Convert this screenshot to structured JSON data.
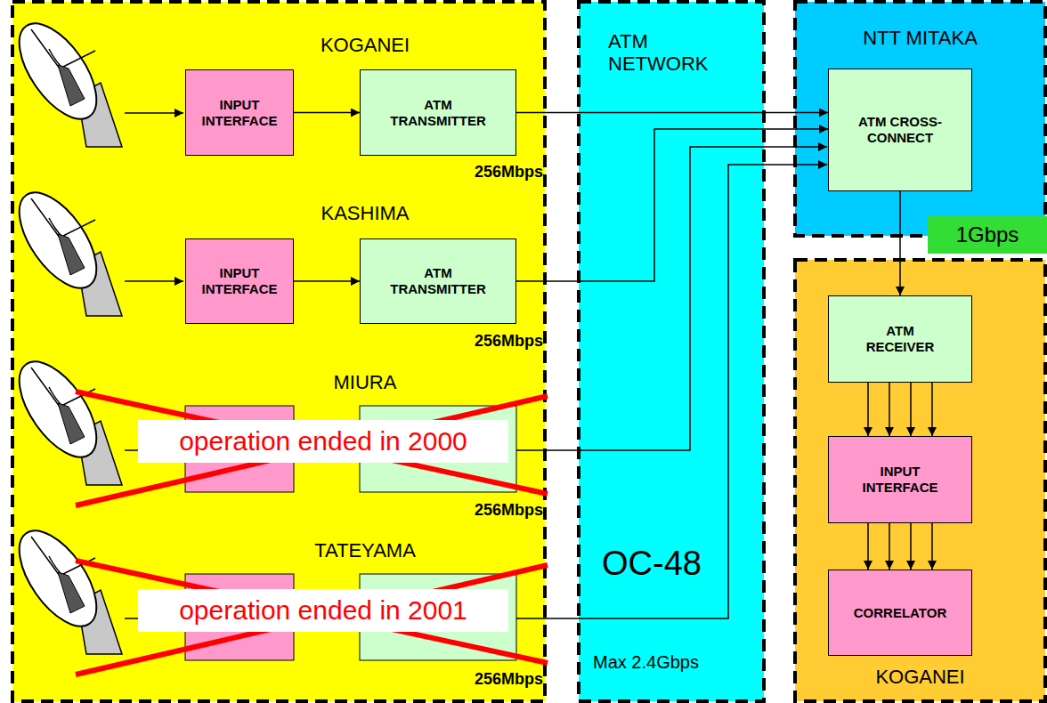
{
  "diagram": {
    "nodes": [
      {
        "text": [
          "INPUT INTERFACE"
        ]
      },
      {
        "text": [
          "ATM TRANSMITTER"
        ]
      },
      {
        "text": [
          "INPUT INTERFACE"
        ]
      },
      {
        "text": [
          "ATM TRANSMITTER"
        ]
      },
      {
        "text": [
          "ATM NETWORK",
          "OC-48",
          "Max 2.4Gbps"
        ]
      },
      {
        "text": [
          "NTT MITAKA"
        ]
      },
      {
        "text": [
          "ATM CROSS-CONNECT"
        ],
        "in": 5
      },
      {
        "text": [
          "KOGANEI"
        ]
      },
      {
        "text": [
          "ATM RECEIVER"
        ],
        "in": 7
      },
      {
        "text": [
          "INPUT INTERFACE"
        ],
        "in": 7
      },
      {
        "text": [
          "CORRELATOR"
        ],
        "in": 7
      }
    ],
    "edges": [
      {
        "from": 0,
        "to": 1,
        "arrow": "to"
      },
      {
        "from": 2,
        "to": 3,
        "arrow": "to"
      },
      {
        "from": 1,
        "to": 6,
        "arrow": "to"
      },
      {
        "from": 3,
        "to": 6,
        "arrow": "to"
      },
      {
        "from": 6,
        "to": 8,
        "label": "1Gbps",
        "arrow": "to"
      },
      {
        "from": 8,
        "to": 9,
        "arrow": "to"
      },
      {
        "from": 8,
        "to": 9,
        "arrow": "to"
      },
      {
        "from": 8,
        "to": 9,
        "arrow": "to"
      },
      {
        "from": 8,
        "to": 9,
        "arrow": "to"
      },
      {
        "from": 9,
        "to": 10,
        "arrow": "to"
      },
      {
        "from": 9,
        "to": 10,
        "arrow": "to"
      },
      {
        "from": 9,
        "to": 10,
        "arrow": "to"
      },
      {
        "from": 9,
        "to": 10,
        "arrow": "to"
      }
    ],
    "labels": [
      "KOGANEI",
      "256Mbps",
      "KASHIMA",
      "256Mbps",
      "MIURA",
      "operation ended in 2000",
      "256Mbps",
      "TATEYAMA",
      "operation ended in 2001",
      "256Mbps"
    ]
  }
}
